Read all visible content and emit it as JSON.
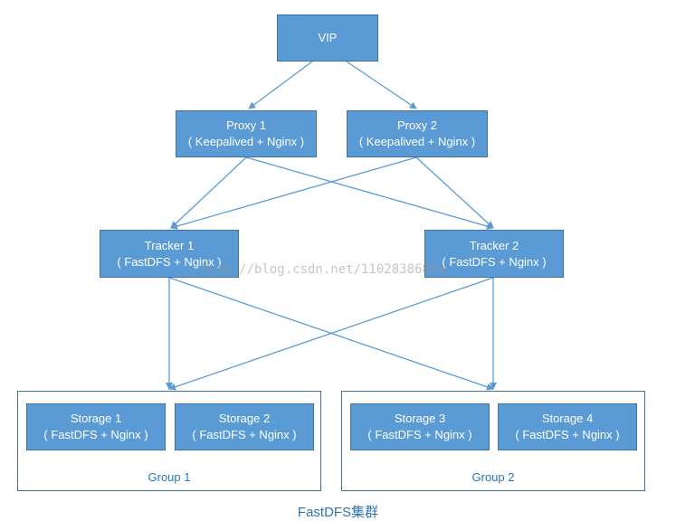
{
  "nodes": {
    "vip": {
      "line1": "VIP"
    },
    "proxy1": {
      "line1": "Proxy 1",
      "line2": "( Keepalived + Nginx )"
    },
    "proxy2": {
      "line1": "Proxy 2",
      "line2": "( Keepalived + Nginx )"
    },
    "tracker1": {
      "line1": "Tracker 1",
      "line2": "( FastDFS + Nginx )"
    },
    "tracker2": {
      "line1": "Tracker 2",
      "line2": "( FastDFS + Nginx )"
    },
    "storage1": {
      "line1": "Storage 1",
      "line2": "( FastDFS + Nginx )"
    },
    "storage2": {
      "line1": "Storage 2",
      "line2": "( FastDFS + Nginx )"
    },
    "storage3": {
      "line1": "Storage 3",
      "line2": "( FastDFS + Nginx )"
    },
    "storage4": {
      "line1": "Storage 4",
      "line2": "( FastDFS + Nginx )"
    }
  },
  "groups": {
    "group1": {
      "label": "Group 1"
    },
    "group2": {
      "label": "Group 2"
    }
  },
  "caption": "FastDFS集群",
  "watermark": "http://blog.csdn.net/11028386804",
  "colors": {
    "node_fill": "#5b9bd5",
    "node_border": "#41719c",
    "line": "#5b9bd5",
    "text": "#2e75b6"
  }
}
